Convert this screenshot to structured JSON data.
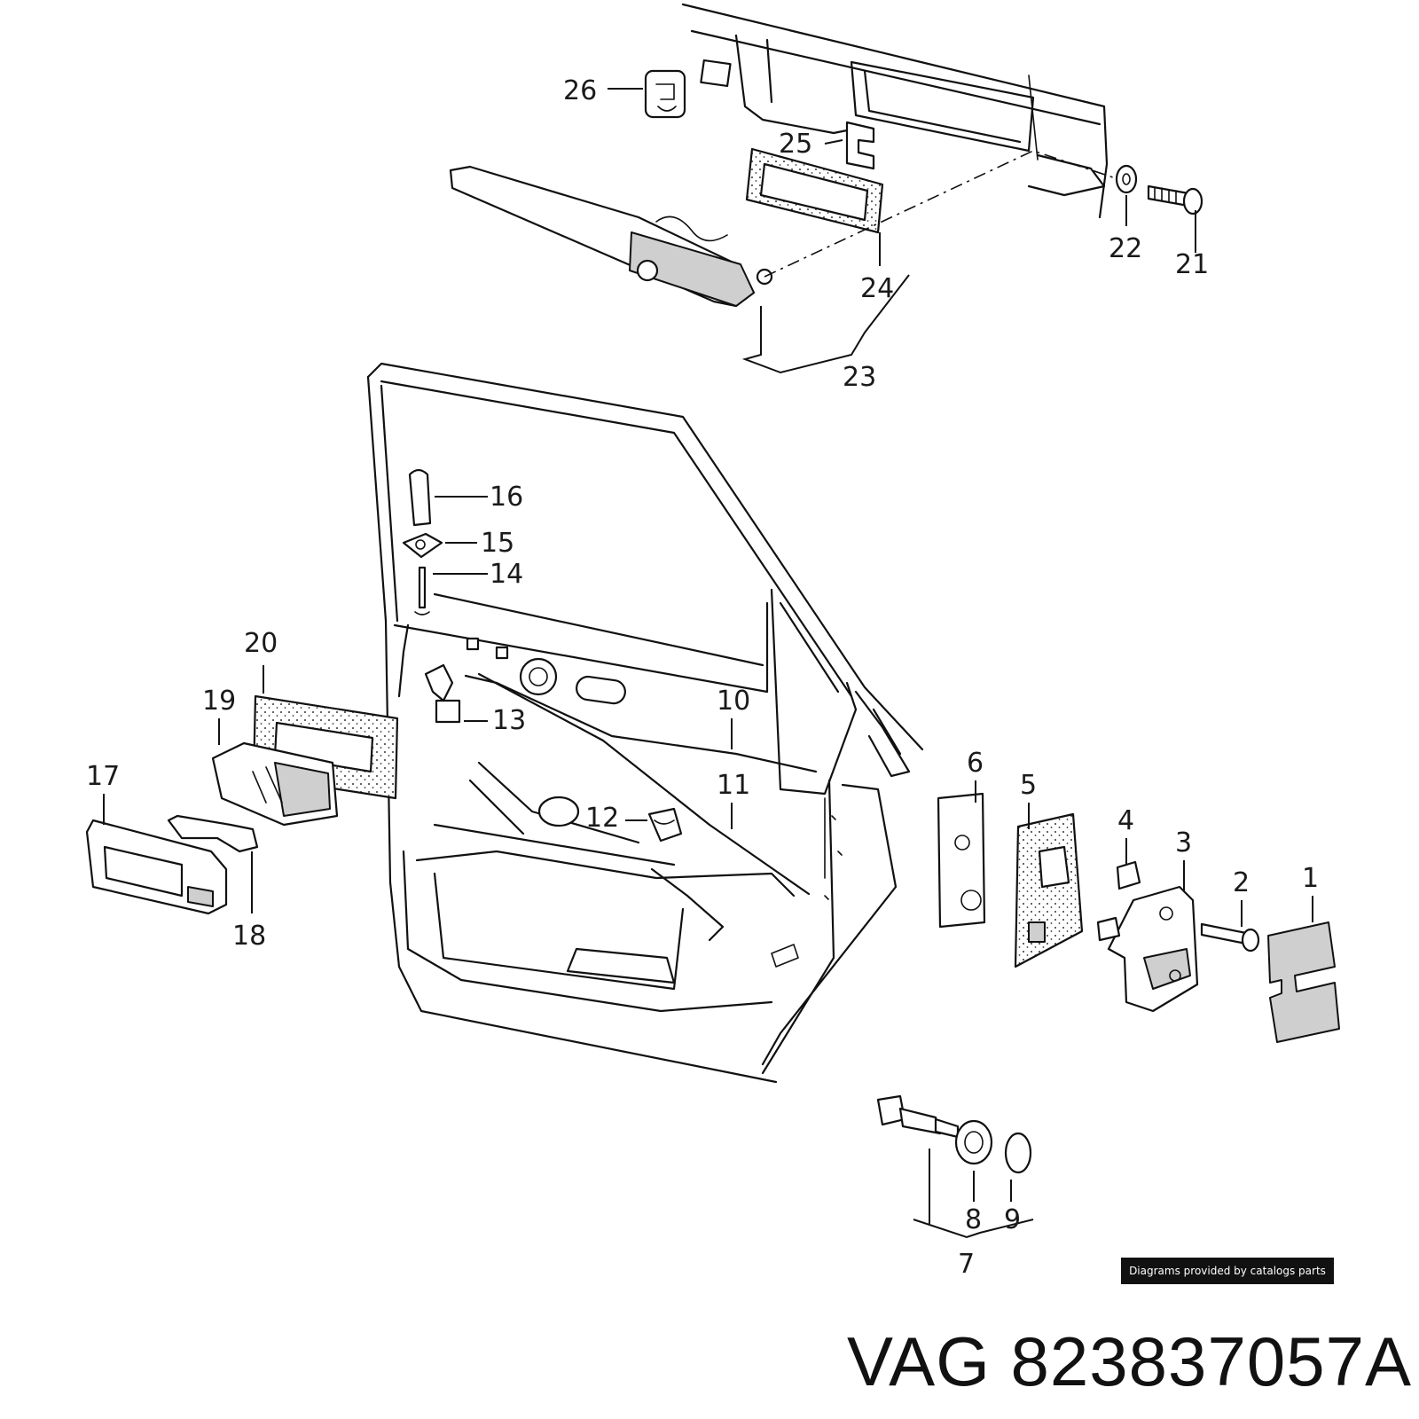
{
  "diagram": {
    "callouts": [
      "1",
      "2",
      "3",
      "4",
      "5",
      "6",
      "7",
      "8",
      "9",
      "10",
      "11",
      "12",
      "13",
      "14",
      "15",
      "16",
      "17",
      "18",
      "19",
      "20",
      "21",
      "22",
      "23",
      "24",
      "25",
      "26"
    ],
    "credit": "Diagrams provided by catalogs parts",
    "caption": "VAG 823837057A"
  }
}
